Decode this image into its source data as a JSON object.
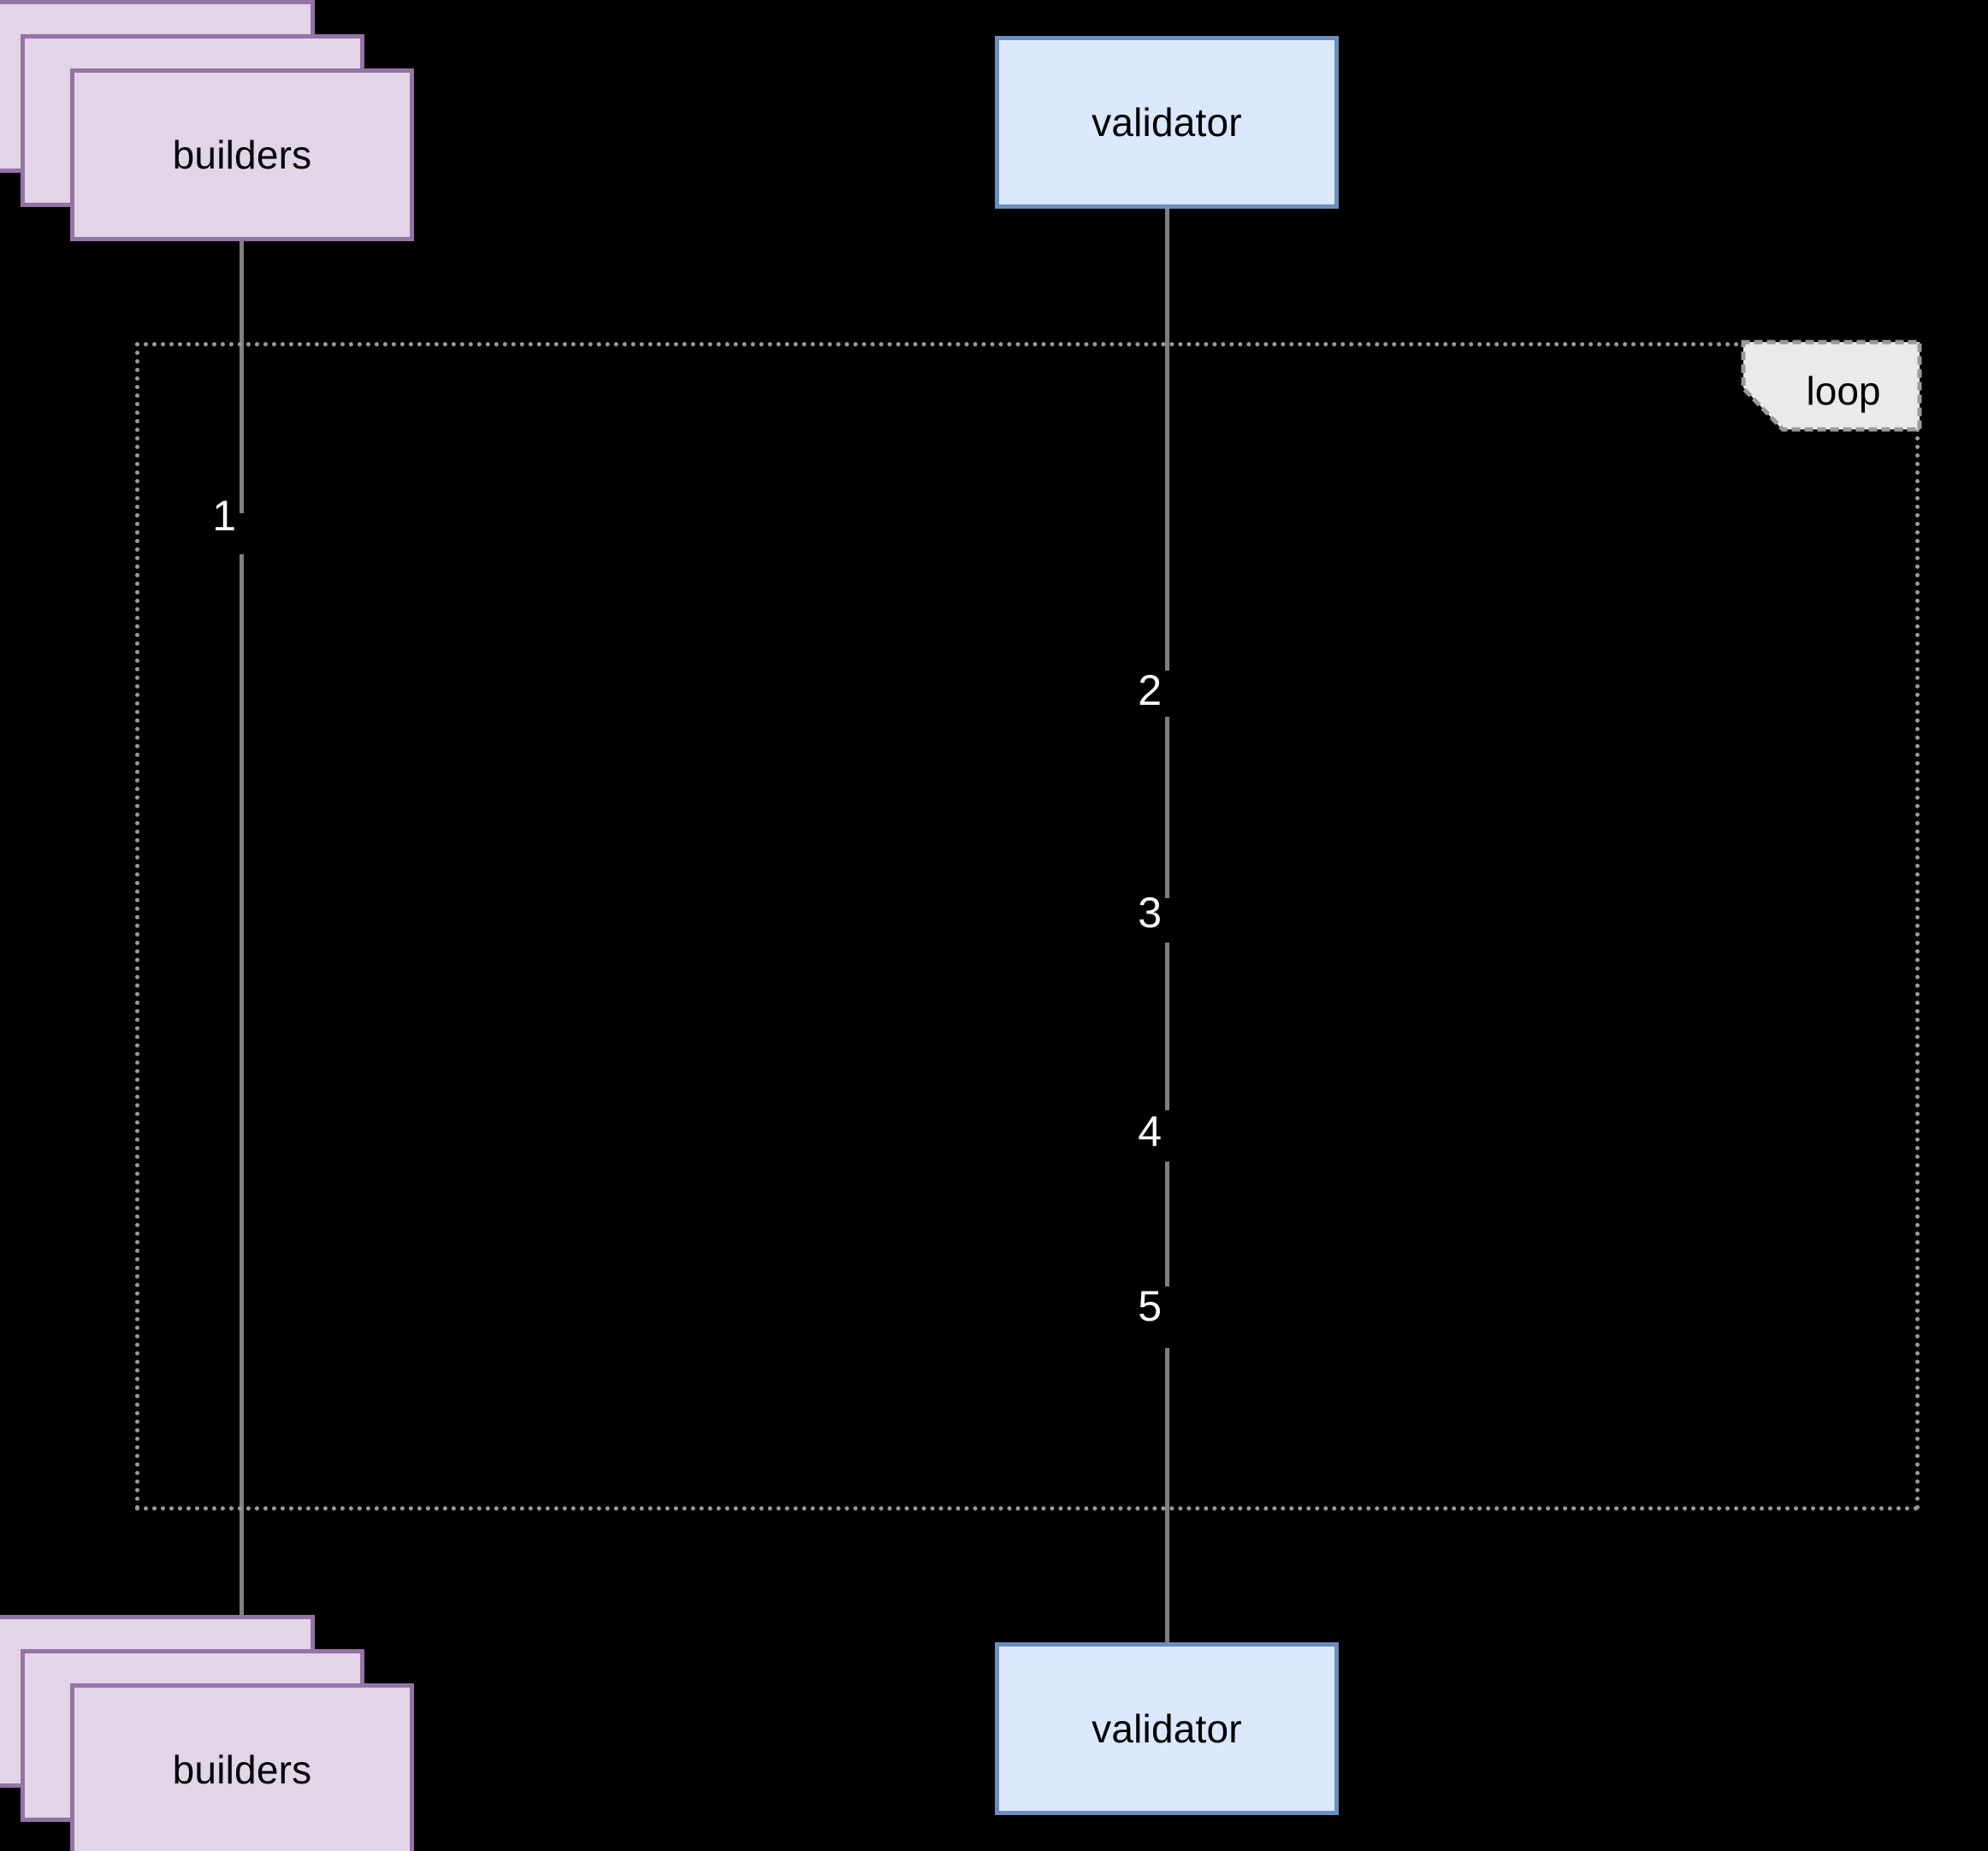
{
  "diagram": {
    "kind": "uml-sequence-diagram",
    "background_color": "#000000",
    "participants": [
      {
        "id": "builders",
        "label": "builders",
        "shape": "stacked-box",
        "fill_color": "#e1d5e7",
        "stroke_color": "#9673a6",
        "text_color": "#000000"
      },
      {
        "id": "validator",
        "label": "validator",
        "shape": "box",
        "fill_color": "#dae8fc",
        "stroke_color": "#6c8ebf",
        "text_color": "#000000"
      }
    ],
    "head_labels": {
      "builders": "builders",
      "validator": "validator"
    },
    "foot_labels": {
      "builders": "builders",
      "validator": "validator"
    },
    "fragment": {
      "type": "loop",
      "label": "loop",
      "label_fill_color": "#eaeaea",
      "border_color": "#9a9a9a",
      "border_style": "dotted"
    },
    "lifeline_color": "#808080",
    "message_number_color": "#ffffff",
    "messages": [
      {
        "number": "1",
        "on_lifeline": "builders",
        "inside_fragment": true
      },
      {
        "number": "2",
        "on_lifeline": "validator",
        "inside_fragment": true
      },
      {
        "number": "3",
        "on_lifeline": "validator",
        "inside_fragment": true
      },
      {
        "number": "4",
        "on_lifeline": "validator",
        "inside_fragment": true
      },
      {
        "number": "5",
        "on_lifeline": "validator",
        "inside_fragment": true
      }
    ]
  }
}
